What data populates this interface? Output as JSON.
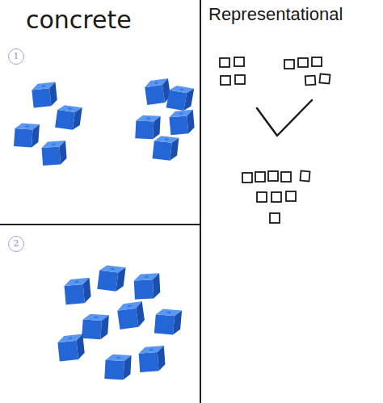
{
  "diagram": {
    "labels": [
      "concrete",
      "Representational",
      "1",
      "2"
    ]
  }
}
